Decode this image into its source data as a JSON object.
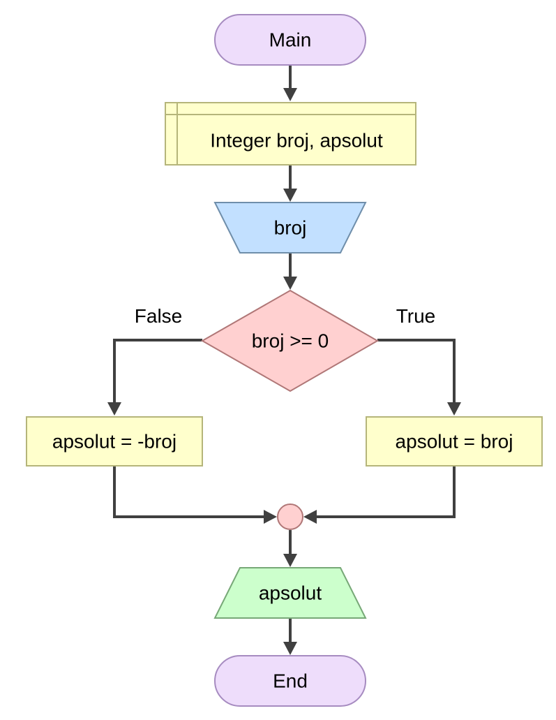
{
  "diagram": {
    "nodes": {
      "main": {
        "label": "Main",
        "shape": "terminal"
      },
      "declare": {
        "label": "Integer broj, apsolut",
        "shape": "declaration"
      },
      "input": {
        "label": "broj",
        "shape": "input"
      },
      "decision": {
        "label": "broj >= 0",
        "shape": "decision"
      },
      "assign_false": {
        "label": "apsolut = -broj",
        "shape": "process"
      },
      "assign_true": {
        "label": "apsolut = broj",
        "shape": "process"
      },
      "merge": {
        "label": "",
        "shape": "connector"
      },
      "output": {
        "label": "apsolut",
        "shape": "output"
      },
      "end": {
        "label": "End",
        "shape": "terminal"
      }
    },
    "branch_labels": {
      "false": "False",
      "true": "True"
    },
    "edges": [
      {
        "from": "main",
        "to": "declare"
      },
      {
        "from": "declare",
        "to": "input"
      },
      {
        "from": "input",
        "to": "decision"
      },
      {
        "from": "decision",
        "to": "assign_false",
        "branch": "false"
      },
      {
        "from": "decision",
        "to": "assign_true",
        "branch": "true"
      },
      {
        "from": "assign_false",
        "to": "merge"
      },
      {
        "from": "assign_true",
        "to": "merge"
      },
      {
        "from": "merge",
        "to": "output"
      },
      {
        "from": "output",
        "to": "end"
      }
    ]
  },
  "colors": {
    "terminal_fill": "#EEDDFB",
    "terminal_stroke": "#A68BC0",
    "process_fill": "#FFFFCC",
    "process_stroke": "#B5B57A",
    "input_fill": "#C2E0FF",
    "input_stroke": "#6F8EAA",
    "decision_fill": "#FFD0D0",
    "decision_stroke": "#B07777",
    "connector_fill": "#FFD0D0",
    "connector_stroke": "#B07777",
    "output_fill": "#CCFFCC",
    "output_stroke": "#77A877",
    "edge": "#404040"
  }
}
